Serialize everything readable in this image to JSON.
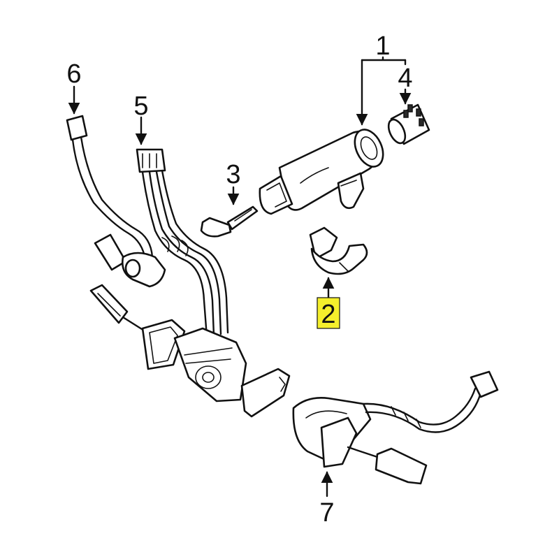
{
  "diagram": {
    "highlight_color": "#f5ef2c",
    "line_color": "#111111",
    "callouts": [
      {
        "id": "c1",
        "label": "1",
        "highlighted": false
      },
      {
        "id": "c2",
        "label": "2",
        "highlighted": true
      },
      {
        "id": "c3",
        "label": "3",
        "highlighted": false
      },
      {
        "id": "c4",
        "label": "4",
        "highlighted": false
      },
      {
        "id": "c5",
        "label": "5",
        "highlighted": false
      },
      {
        "id": "c6",
        "label": "6",
        "highlighted": false
      },
      {
        "id": "c7",
        "label": "7",
        "highlighted": false
      }
    ]
  }
}
